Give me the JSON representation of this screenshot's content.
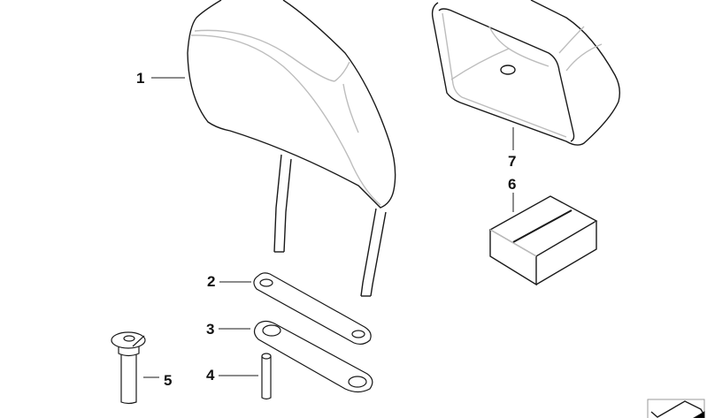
{
  "diagram": {
    "type": "parts-exploded-view",
    "parts": [
      {
        "number": "1",
        "name": "headrest"
      },
      {
        "number": "2",
        "name": "guide-plate"
      },
      {
        "number": "3",
        "name": "guide-plate-with-sleeves"
      },
      {
        "number": "4",
        "name": "pin"
      },
      {
        "number": "5",
        "name": "guide-sleeve"
      },
      {
        "number": "6",
        "name": "box-kit"
      },
      {
        "number": "7",
        "name": "headrest-cover"
      }
    ],
    "colors": {
      "line": "#1a1a1a",
      "soft": "#bdbdbd",
      "background": "#ffffff"
    }
  }
}
